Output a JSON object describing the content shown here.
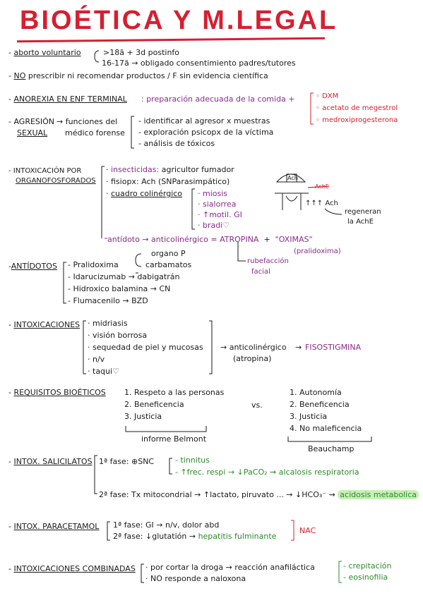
{
  "title": "BIOÉTICA Y M.LEGAL",
  "aborto": {
    "heading": "aborto voluntario",
    "line1": ">18ã + 3d postinfo",
    "line2": "16-17ã → obligado consentimiento padres/tutores",
    "note_no": "NO",
    "note_rest": "prescribir ni recomendar productos / F sin evidencia científica"
  },
  "anorexia": {
    "heading": "ANOREXIA EN ENF TERMINAL",
    "text": ": preparación adecuada de la comida +",
    "options": [
      "DXM",
      "acetato de megestrol",
      "medroxiprogesterona"
    ]
  },
  "agresion": {
    "heading1": "AGRESIÓN",
    "heading2": "SEXUAL",
    "mid1": "→ funciones del",
    "mid2": "médico forense",
    "items": [
      "identificar al agresor x muestras",
      "exploración psicopx de la víctima",
      "análisis de tóxicos"
    ]
  },
  "organofosforados": {
    "heading1": "INTOXICACIÓN POR",
    "heading2": "ORGANOFOSFORADOS",
    "insecticidas_label": "insecticidas:",
    "insecticidas_text": "agricultor fumador",
    "fisiopx": "fisiopx: Ach (SNParasimpático)",
    "cuadro": "cuadro colinérgico",
    "symptoms": [
      "miosis",
      "sialorrea",
      "↑motil. GI",
      "bradi♡"
    ],
    "antidoto_label": "antídoto → anticolinérgico = ATROPINA",
    "plus": "+",
    "oximas": "\"OXIMAS\"",
    "pralidoxima": "(pralidoxima)",
    "rubefaccion1": "rubefacción",
    "rubefaccion2": "facial",
    "diagram_ach": "Ach",
    "diagram_ache": "AchE",
    "diagram_up": "↑↑↑ Ach",
    "regeneran1": "regeneran",
    "regeneran2": "la AchE"
  },
  "antidotos": {
    "heading": "ANTÍDOTOS",
    "brace_top1": "organo P",
    "brace_top2": "carbamatos",
    "items": [
      "Pralidoxima",
      "Idarucizumab → dabigatrán",
      "Hidroxico balamina → CN",
      "Flumacenilo → BZD"
    ]
  },
  "intoxicaciones": {
    "heading": "INTOXICACIONES",
    "items": [
      "midriasis",
      "visión borrosa",
      "sequedad de piel y mucosas",
      "n/v",
      "taqui♡"
    ],
    "result": "→ anticolinérgico",
    "result_sub": "(atropina)",
    "arrow": "→",
    "fisostigmina": "FISOSTIGMINA"
  },
  "bioeticos": {
    "heading": "REQUISITOS BIOÉTICOS",
    "belmont": [
      "1. Respeto a las personas",
      "2. Beneficencia",
      "3. Justicia"
    ],
    "belmont_label": "informe Belmont",
    "vs": "vs.",
    "beauchamp": [
      "1. Autonomía",
      "2. Beneficencia",
      "3. Justicia",
      "4. No maleficencia"
    ],
    "beauchamp_label": "Beauchamp"
  },
  "salicilatos": {
    "heading": "INTOX. SALICILATOS",
    "fase1": "1ª fase: ⊕SNC",
    "tinnitus": "tinnitus",
    "frec": "↑frec. respi → ↓PaCO₂ ⇝",
    "alcalosis": "alcalosis respiratoria",
    "fase2": "2ª fase: Tx mitocondrial → ↑lactato, piruvato ... → ↓HCO₃⁻ ⇝",
    "acidosis": "acidosis metabolica"
  },
  "paracetamol": {
    "heading": "INTOX. PARACETAMOL",
    "fase1": "1ª fase: GI → n/v, dolor abd",
    "fase2_a": "2ª fase: ↓glutatión →",
    "fase2_b": "hepatitis fulminante",
    "nac": "NAC"
  },
  "combinadas": {
    "heading": "INTOXICACIONES COMBINADAS",
    "line1": "por cortar la droga → reacción anafiláctica",
    "line2": "NO responde a naloxona",
    "opts": [
      "crepitación",
      "eosinofilia"
    ]
  },
  "colors": {
    "red": "#d61f30",
    "purple": "#8a2a8c",
    "green": "#2d8a2d",
    "highlight": "#c8efb6"
  }
}
